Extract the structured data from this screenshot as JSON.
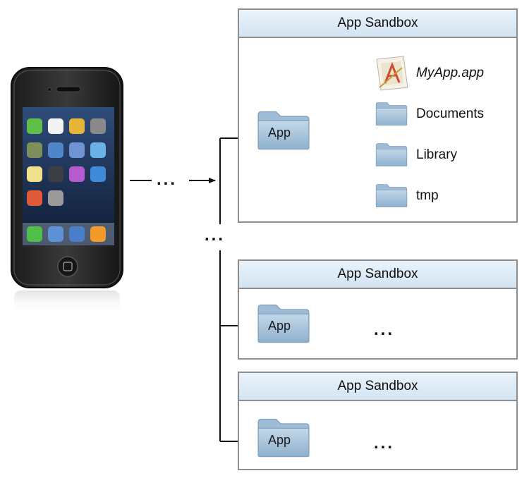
{
  "sandboxes": [
    {
      "title": "App Sandbox",
      "app_folder": "App",
      "children": [
        {
          "label": "MyApp.app",
          "icon": "app-bundle-icon",
          "italic": true
        },
        {
          "label": "Documents",
          "icon": "folder-icon"
        },
        {
          "label": "Library",
          "icon": "folder-icon"
        },
        {
          "label": "tmp",
          "icon": "folder-icon"
        }
      ]
    },
    {
      "title": "App Sandbox",
      "app_folder": "App",
      "continuation": "..."
    },
    {
      "title": "App Sandbox",
      "app_folder": "App",
      "continuation": "..."
    }
  ],
  "connectors": {
    "phone_to_sandboxes": "...",
    "between_sandboxes": "..."
  },
  "colors": {
    "header_fill": "#d3e4f2",
    "border": "#8d8d8d",
    "folder_fill": "#a9c6dd",
    "arrow": "#111111"
  }
}
